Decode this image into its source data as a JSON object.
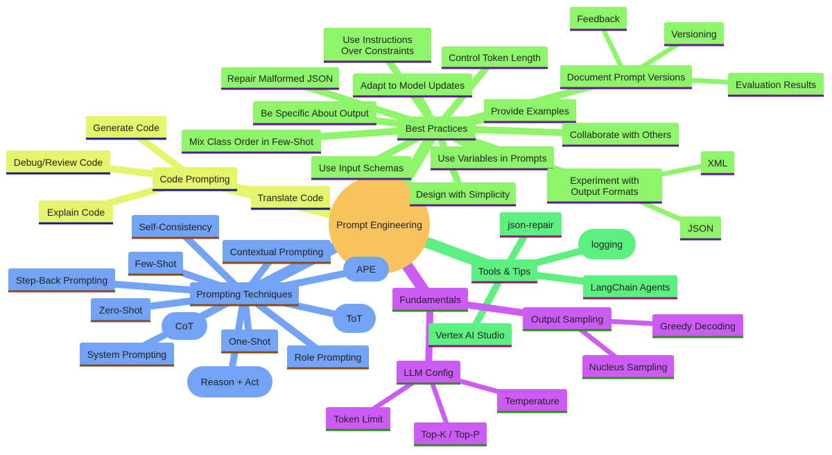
{
  "root": {
    "label": "Prompt Engineering",
    "color": "#f8c35f"
  },
  "branches": [
    {
      "key": "best",
      "label": "Best Practices",
      "color": "#8ef56b",
      "underline": "#5a1a8c",
      "children": [
        {
          "label": "Use Instructions Over Constraints"
        },
        {
          "label": "Control Token Length"
        },
        {
          "label": "Repair Malformed JSON"
        },
        {
          "label": "Adapt to Model Updates"
        },
        {
          "label": "Document Prompt Versions",
          "children": [
            {
              "label": "Feedback"
            },
            {
              "label": "Versioning"
            },
            {
              "label": "Evaluation Results"
            }
          ]
        },
        {
          "label": "Be Specific About Output"
        },
        {
          "label": "Provide Examples"
        },
        {
          "label": "Mix Class Order in Few-Shot"
        },
        {
          "label": "Collaborate with Others"
        },
        {
          "label": "Use Variables in Prompts"
        },
        {
          "label": "Use Input Schemas"
        },
        {
          "label": "Experiment with Output Formats",
          "children": [
            {
              "label": "XML"
            },
            {
              "label": "JSON"
            }
          ]
        },
        {
          "label": "Design with Simplicity"
        }
      ]
    },
    {
      "key": "code",
      "label": "Code Prompting",
      "color": "#e4f56b",
      "underline": "#1a1a8c",
      "children": [
        {
          "label": "Generate Code"
        },
        {
          "label": "Debug/Review Code"
        },
        {
          "label": "Translate Code"
        },
        {
          "label": "Explain Code"
        }
      ]
    },
    {
      "key": "tech",
      "label": "Prompting Techniques",
      "color": "#73a3f5",
      "underline": "#8c4a1a",
      "children": [
        {
          "label": "Self-Consistency"
        },
        {
          "label": "Contextual Prompting"
        },
        {
          "label": "Few-Shot"
        },
        {
          "label": "APE"
        },
        {
          "label": "Step-Back Prompting"
        },
        {
          "label": "Zero-Shot"
        },
        {
          "label": "ToT"
        },
        {
          "label": "CoT"
        },
        {
          "label": "One-Shot"
        },
        {
          "label": "System Prompting"
        },
        {
          "label": "Role Prompting"
        },
        {
          "label": "Reason + Act"
        }
      ]
    },
    {
      "key": "tools",
      "label": "Tools & Tips",
      "color": "#5cf080",
      "underline": "#8c1a6a",
      "children": [
        {
          "label": "json-repair"
        },
        {
          "label": "logging"
        },
        {
          "label": "LangChain Agents"
        },
        {
          "label": "Vertex AI Studio"
        }
      ]
    },
    {
      "key": "fund",
      "label": "Fundamentals",
      "color": "#cc5cf5",
      "underline": "#2a8c1a",
      "children": [
        {
          "label": "Output Sampling",
          "children": [
            {
              "label": "Greedy Decoding"
            },
            {
              "label": "Nucleus Sampling"
            }
          ]
        },
        {
          "label": "LLM Config",
          "children": [
            {
              "label": "Temperature"
            },
            {
              "label": "Token Limit"
            },
            {
              "label": "Top-K / Top-P"
            }
          ]
        }
      ]
    }
  ]
}
